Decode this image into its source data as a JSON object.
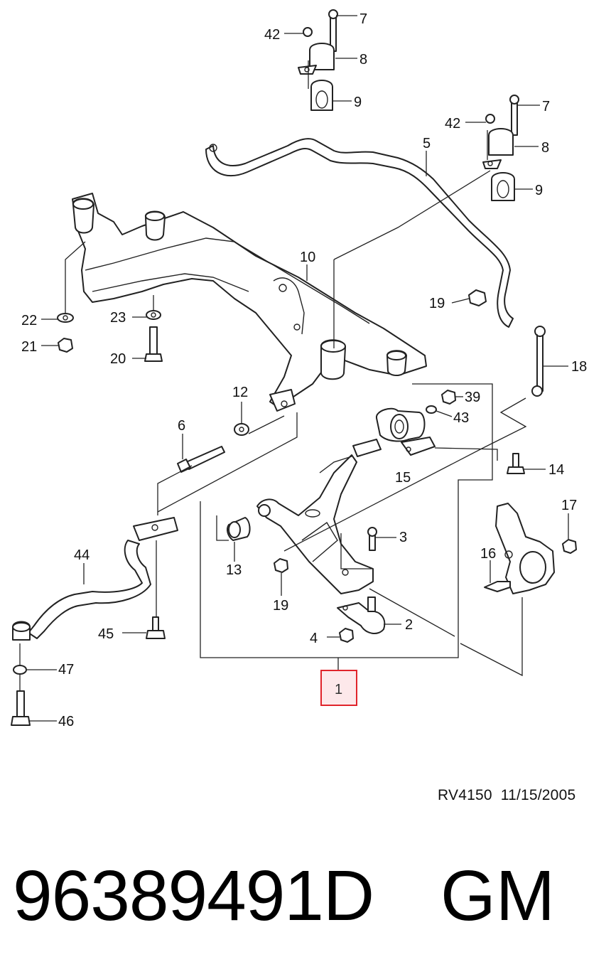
{
  "diagram": {
    "callouts": [
      {
        "id": "c7a",
        "label": "7"
      },
      {
        "id": "c42a",
        "label": "42"
      },
      {
        "id": "c8a",
        "label": "8"
      },
      {
        "id": "c9a",
        "label": "9"
      },
      {
        "id": "c7b",
        "label": "7"
      },
      {
        "id": "c42b",
        "label": "42"
      },
      {
        "id": "c5",
        "label": "5"
      },
      {
        "id": "c8b",
        "label": "8"
      },
      {
        "id": "c9b",
        "label": "9"
      },
      {
        "id": "c10",
        "label": "10"
      },
      {
        "id": "c19a",
        "label": "19"
      },
      {
        "id": "c22",
        "label": "22"
      },
      {
        "id": "c23",
        "label": "23"
      },
      {
        "id": "c21",
        "label": "21"
      },
      {
        "id": "c20",
        "label": "20"
      },
      {
        "id": "c18",
        "label": "18"
      },
      {
        "id": "c12",
        "label": "12"
      },
      {
        "id": "c39",
        "label": "39"
      },
      {
        "id": "c43",
        "label": "43"
      },
      {
        "id": "c6",
        "label": "6"
      },
      {
        "id": "c14",
        "label": "14"
      },
      {
        "id": "c15",
        "label": "15"
      },
      {
        "id": "c17",
        "label": "17"
      },
      {
        "id": "c3",
        "label": "3"
      },
      {
        "id": "c44",
        "label": "44"
      },
      {
        "id": "c16",
        "label": "16"
      },
      {
        "id": "c13",
        "label": "13"
      },
      {
        "id": "c19b",
        "label": "19"
      },
      {
        "id": "c2",
        "label": "2"
      },
      {
        "id": "c45",
        "label": "45"
      },
      {
        "id": "c4",
        "label": "4"
      },
      {
        "id": "c47",
        "label": "47"
      },
      {
        "id": "c1",
        "label": "1"
      },
      {
        "id": "c46",
        "label": "46"
      }
    ],
    "highlight_color": "#e0242b",
    "highlight_fill": "#fde8ea"
  },
  "footer": {
    "reference": "RV4150  11/15/2005",
    "part_number": "96389491D",
    "brand": "GM"
  }
}
